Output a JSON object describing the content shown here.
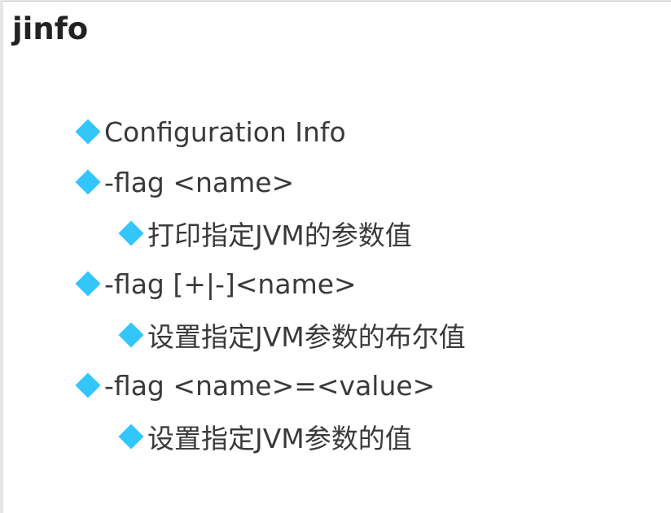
{
  "title": "jinfo",
  "bullet_color": "#33c6fb",
  "items": [
    {
      "level": 1,
      "text": "Configuration Info"
    },
    {
      "level": 1,
      "text": "-flag <name>"
    },
    {
      "level": 2,
      "text": "打印指定JVM的参数值"
    },
    {
      "level": 1,
      "text": "-flag [+|-]<name>"
    },
    {
      "level": 2,
      "text": "设置指定JVM参数的布尔值"
    },
    {
      "level": 1,
      "text": "-flag <name>=<value>"
    },
    {
      "level": 2,
      "text": "设置指定JVM参数的值"
    }
  ]
}
